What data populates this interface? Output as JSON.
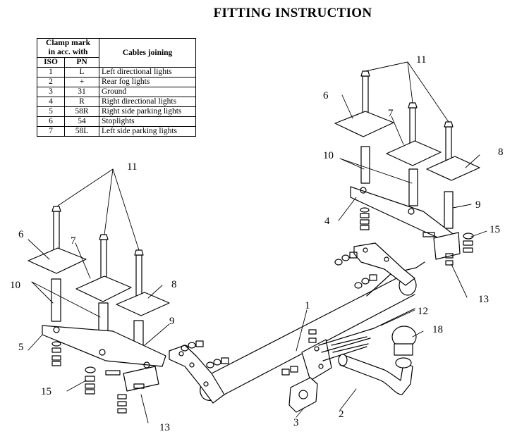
{
  "title": "FITTING INSTRUCTION",
  "table": {
    "header_clamp": "Clamp mark in acc. with",
    "header_clamp_line1": "Clamp mark",
    "header_clamp_line2": "in acc. with",
    "header_iso": "ISO",
    "header_pn": "PN",
    "header_cables": "Cables joining",
    "rows": [
      {
        "iso": "1",
        "pn": "L",
        "cable": "Left directional lights"
      },
      {
        "iso": "2",
        "pn": "+",
        "cable": "Rear fog lights"
      },
      {
        "iso": "3",
        "pn": "31",
        "cable": "Ground"
      },
      {
        "iso": "4",
        "pn": "R",
        "cable": "Right directional lights"
      },
      {
        "iso": "5",
        "pn": "58R",
        "cable": "Right side parking lights"
      },
      {
        "iso": "6",
        "pn": "54",
        "cable": "Stoplights"
      },
      {
        "iso": "7",
        "pn": "58L",
        "cable": "Left side parking lights"
      }
    ]
  },
  "callouts": {
    "c1": "1",
    "c2": "2",
    "c3": "3",
    "c4": "4",
    "c5": "5",
    "c6a": "6",
    "c6b": "6",
    "c7a": "7",
    "c7b": "7",
    "c8a": "8",
    "c8b": "8",
    "c9a": "9",
    "c9b": "9",
    "c10a": "10",
    "c10b": "10",
    "c11a": "11",
    "c11b": "11",
    "c12": "12",
    "c13a": "13",
    "c13b": "13",
    "c15a": "15",
    "c15b": "15",
    "c18": "18"
  }
}
